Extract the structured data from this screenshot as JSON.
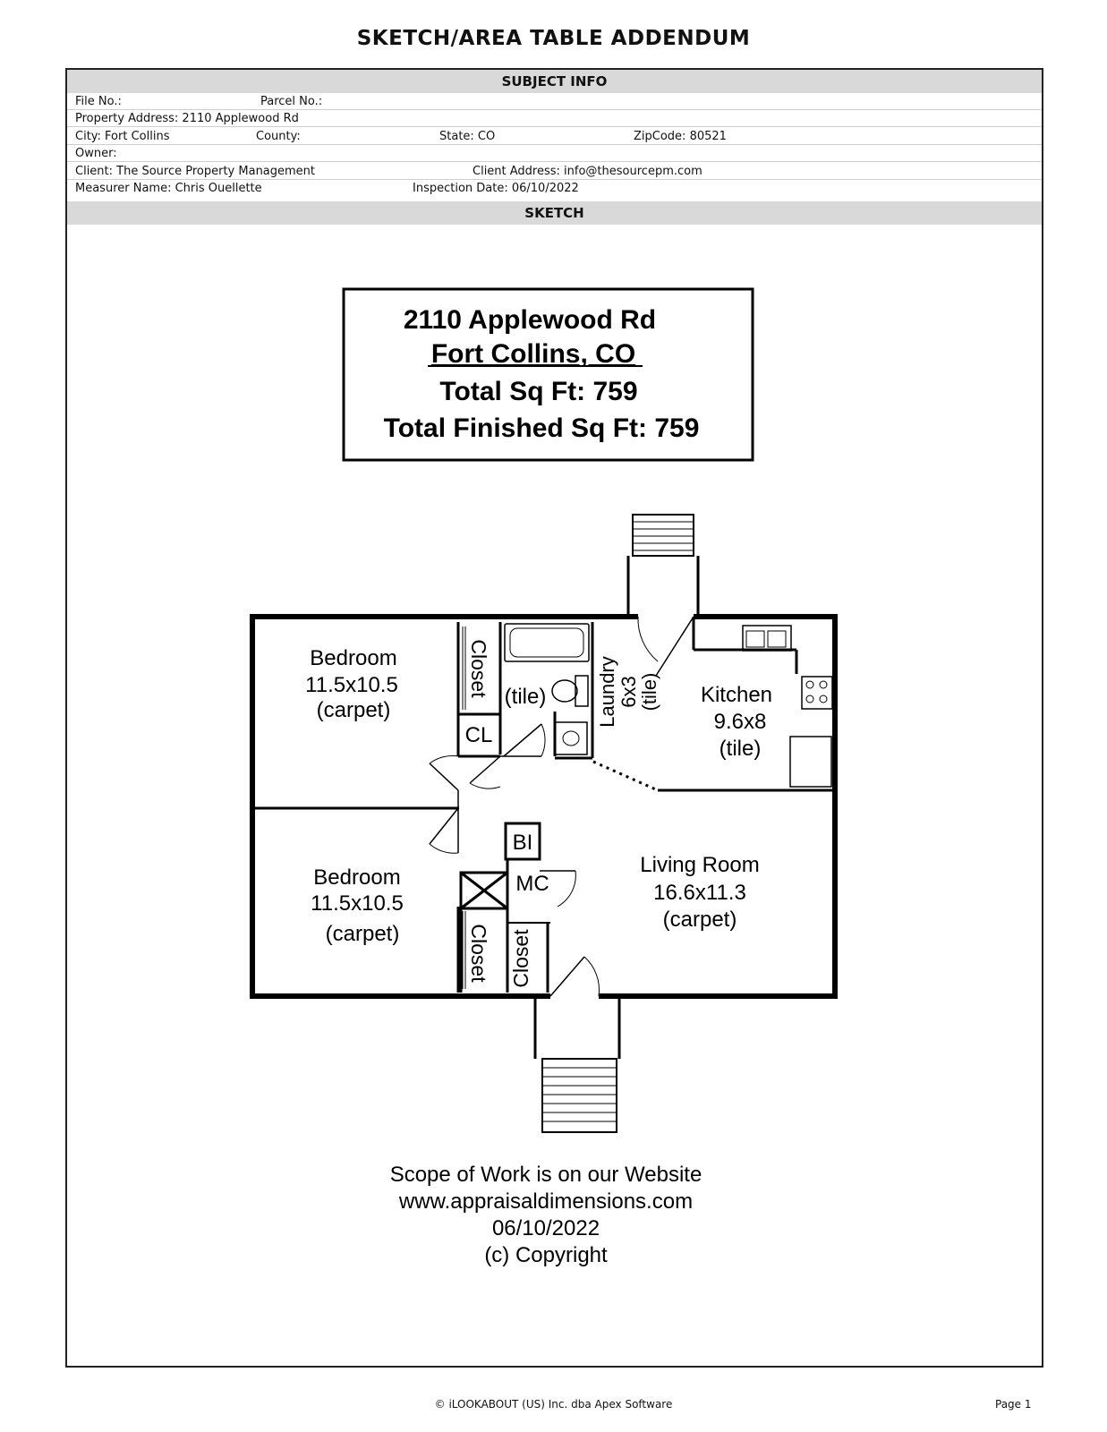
{
  "title": "SKETCH/AREA TABLE ADDENDUM",
  "subject_info": {
    "heading": "SUBJECT INFO",
    "file_no": "File No.:",
    "parcel_no": "Parcel No.:",
    "property_address": "Property Address: 2110 Applewood Rd",
    "city": "City: Fort Collins",
    "county": "County:",
    "state": "State: CO",
    "zipcode": "ZipCode: 80521",
    "owner": "Owner:",
    "client": "Client: The Source Property Management",
    "client_address": "Client Address: info@thesourcepm.com",
    "measurer": "Measurer Name: Chris Ouellette",
    "inspection_date": "Inspection Date: 06/10/2022"
  },
  "sketch": {
    "heading": "SKETCH",
    "summary": {
      "address": "2110 Applewood Rd",
      "city": "Fort Collins, CO",
      "total_sqft": "Total Sq Ft: 759",
      "total_finished_sqft": "Total Finished Sq Ft: 759"
    },
    "rooms": {
      "bedroom1": {
        "name": "Bedroom",
        "dims": "11.5x10.5",
        "floor": "(carpet)"
      },
      "bedroom2": {
        "name": "Bedroom",
        "dims": "11.5x10.5",
        "floor": "(carpet)"
      },
      "kitchen": {
        "name": "Kitchen",
        "dims": "9.6x8",
        "floor": "(tile)"
      },
      "living": {
        "name": "Living Room",
        "dims": "16.6x11.3",
        "floor": "(carpet)"
      },
      "laundry": {
        "name": "Laundry",
        "dims": "6x3",
        "floor": "(tile)"
      },
      "bath_floor": "(tile)",
      "closet_label": "Closet",
      "cl": "CL",
      "bi": "BI",
      "mc": "MC"
    },
    "notes": {
      "scope": "Scope of Work is on our Website",
      "website": "www.appraisaldimensions.com",
      "date": "06/10/2022",
      "copyright": "(c) Copyright"
    }
  },
  "footer": {
    "vendor": "© iLOOKABOUT (US) Inc. dba Apex Software",
    "page": "Page 1"
  }
}
